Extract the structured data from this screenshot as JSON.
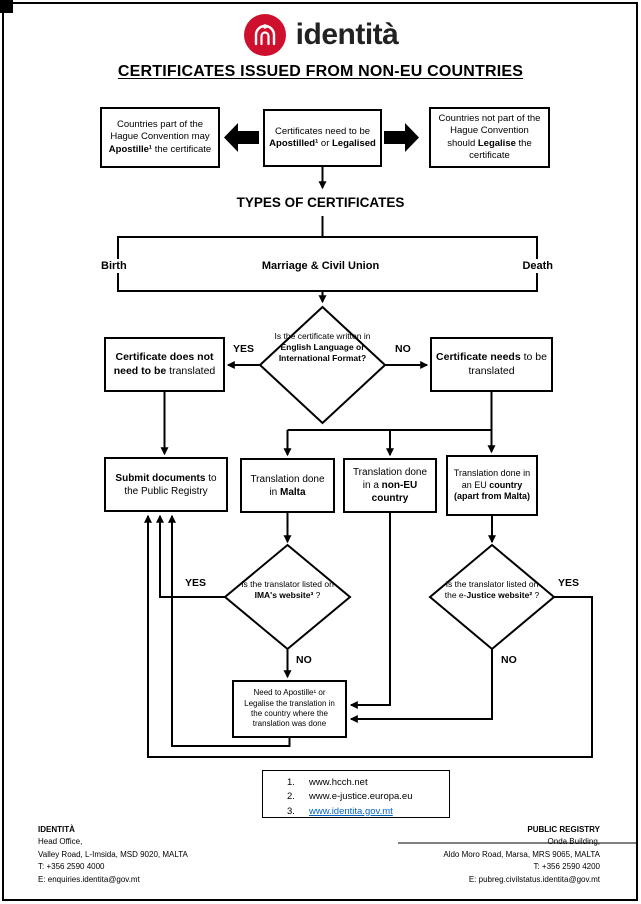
{
  "logo": {
    "brand": "identità"
  },
  "title": "CERTIFICATES ISSUED FROM NON-EU COUNTRIES",
  "flow": {
    "hague_box": {
      "pre": "Countries part of the Hague Convention may ",
      "bold": "Apostille¹",
      "post": " the certificate"
    },
    "center_box": {
      "pre": "Certificates need to be ",
      "bold1": "Apostilled¹",
      "mid": " or ",
      "bold2": "Legalised"
    },
    "non_hague_box": {
      "pre": "Countries not part of the Hague Convention should ",
      "bold": "Legalise",
      "post": " the certificate"
    },
    "types_heading": "TYPES OF CERTIFICATES",
    "types": {
      "birth": "Birth",
      "marriage": "Marriage & Civil Union",
      "death": "Death"
    },
    "labels": {
      "yes": "YES",
      "no": "NO"
    },
    "d1": {
      "pre": "Is the certificate written in ",
      "bold": "English Language or International Format?"
    },
    "not_translated_box": {
      "bold": "Certificate does not need to be",
      "post": " translated"
    },
    "needs_translated_box": {
      "bold": "Certificate needs",
      "post": " to be translated"
    },
    "submit_box": {
      "bold": "Submit documents",
      "post": " to the Public Registry"
    },
    "malta_box": {
      "pre": "Translation done in ",
      "bold": "Malta"
    },
    "noneu_box": {
      "pre": "Translation done in a ",
      "bold": "non-EU country"
    },
    "eu_box": {
      "pre": "Translation done in an EU ",
      "bold": "country (apart from Malta)"
    },
    "d2": {
      "pre": "Is the translator listed on ",
      "bold": "IMA's website³",
      "post": " ?"
    },
    "d3": {
      "pre": "Is the translator listed on the e-",
      "bold": "Justice website²",
      "post": " ?"
    },
    "apostille_box": "Need to Apostille¹ or Legalise the translation in the country where the translation was done"
  },
  "footnotes": {
    "items": [
      {
        "num": "1.",
        "text": "www.hcch.net"
      },
      {
        "num": "2.",
        "text": "www.e-justice.europa.eu"
      },
      {
        "num": "3.",
        "text": "www.identita.gov.mt"
      }
    ]
  },
  "footer": {
    "left": {
      "l1": "IDENTITÀ",
      "l2": "Head Office,",
      "l3": "Valley Road, L-Imsida, MSD 9020, MALTA",
      "l4": "T: +356 2590 4000",
      "l5": "E: enquiries.identita@gov.mt"
    },
    "right": {
      "l1": "PUBLIC REGISTRY",
      "l2": "Onda Building,",
      "l3": "Aldo Moro Road, Marsa, MRS 9065, MALTA",
      "l4": "T: +356 2590 4200",
      "l5": "E: pubreg.civilstatus.identita@gov.mt"
    }
  },
  "colors": {
    "brand_red": "#CE0F2D",
    "link_blue": "#0563C1",
    "ink": "#000000"
  }
}
